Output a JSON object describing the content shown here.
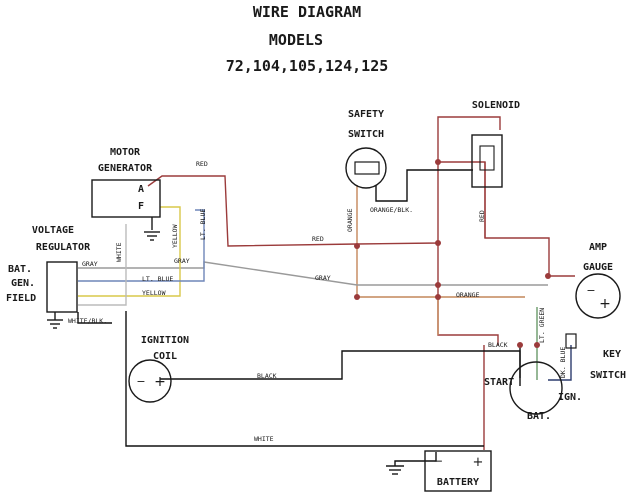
{
  "title": {
    "line1": "WIRE DIAGRAM",
    "line2": "MODELS",
    "line3": "72,104,105,124,125"
  },
  "components": {
    "motor_generator": {
      "line1": "MOTOR",
      "line2": "GENERATOR",
      "term_a": "A",
      "term_f": "F"
    },
    "voltage_regulator": {
      "line1": "VOLTAGE",
      "line2": "REGULATOR",
      "term_bat": "BAT.",
      "term_gen": "GEN.",
      "term_field": "FIELD"
    },
    "safety_switch": {
      "line1": "SAFETY",
      "line2": "SWITCH"
    },
    "solenoid": {
      "label": "SOLENOID"
    },
    "amp_gauge": {
      "line1": "AMP",
      "line2": "GAUGE",
      "minus": "−",
      "plus": "+"
    },
    "ignition_coil": {
      "line1": "IGNITION",
      "line2": "COIL",
      "minus": "−",
      "plus": "+"
    },
    "key_switch": {
      "line1": "KEY",
      "line2": "SWITCH",
      "start": "START",
      "bat": "BAT.",
      "ign": "IGN."
    },
    "battery": {
      "label": "BATTERY",
      "minus": "−",
      "plus": "+"
    }
  },
  "wire_labels": {
    "red_top": "RED",
    "red_mid": "RED",
    "red_solenoid": "RED",
    "gray_reg": "GRAY",
    "gray_mid": "GRAY",
    "gray_right": "GRAY",
    "white_vert": "WHITE",
    "yellow_vert": "YELLOW",
    "lt_blue_vert": "LT. BLUE",
    "lt_blue_reg": "LT. BLUE",
    "yellow_reg": "YELLOW",
    "white_blk": "WHITE/BLK.",
    "orange_vert": "ORANGE",
    "orange_blk": "ORANGE/BLK.",
    "orange_h": "ORANGE",
    "lt_green": "LT. GREEN",
    "black_key": "BLACK",
    "black_coil": "BLACK",
    "dk_blue": "DK. BLUE",
    "white_bottom": "WHITE"
  },
  "colors": {
    "red": "#9b3b3b",
    "black": "#111111",
    "gray": "#9a9a9a",
    "yellow": "#d8c84a",
    "orange": "#c4875a",
    "blue": "#6f86b8",
    "green": "#6a9a6a",
    "white": "#bbbbbb"
  }
}
